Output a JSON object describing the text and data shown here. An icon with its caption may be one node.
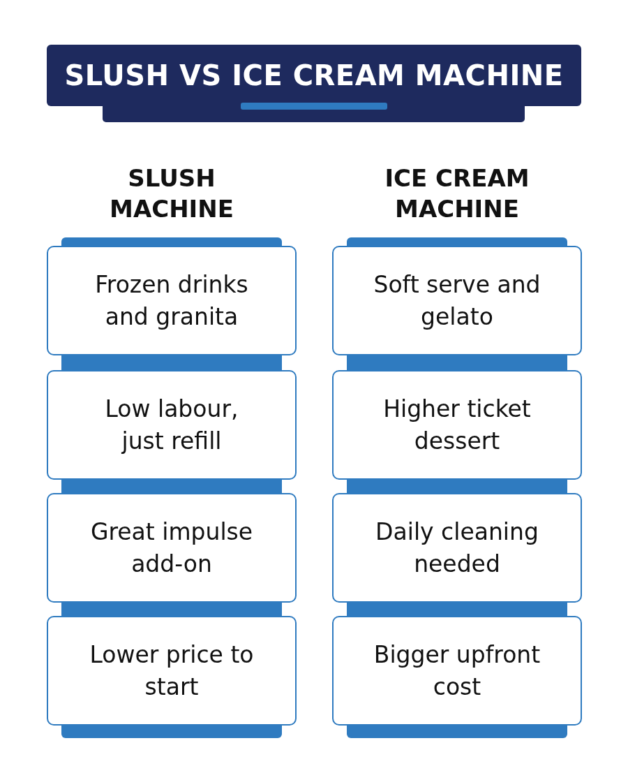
{
  "diagram": {
    "title": "SLUSH VS ICE CREAM MACHINE",
    "nodes": [
      {
        "text": [
          "SLUSH MACHINE"
        ]
      },
      {
        "text": [
          "Frozen drinks and granita"
        ],
        "in": 0
      },
      {
        "text": [
          "Low labour, just refill"
        ],
        "in": 0
      },
      {
        "text": [
          "Great impulse add-on"
        ],
        "in": 0
      },
      {
        "text": [
          "Lower price to start"
        ],
        "in": 0
      },
      {
        "text": [
          "ICE CREAM MACHINE"
        ]
      },
      {
        "text": [
          "Soft serve and gelato"
        ],
        "in": 5
      },
      {
        "text": [
          "Higher ticket dessert"
        ],
        "in": 5
      },
      {
        "text": [
          "Daily cleaning needed"
        ],
        "in": 5
      },
      {
        "text": [
          "Bigger upfront cost"
        ],
        "in": 5
      }
    ],
    "edges": []
  }
}
